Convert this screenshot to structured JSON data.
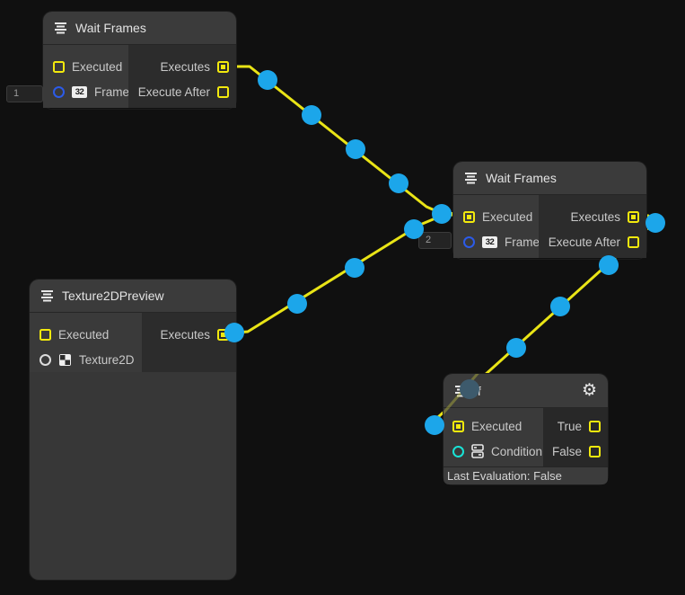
{
  "editor": {
    "background": "#101010",
    "wire_color": "#E9E416",
    "flow_dot_color": "#1CA6EA",
    "control_port_color": "#F2E90D"
  },
  "nodes": {
    "wait1": {
      "title": "Wait Frames",
      "icon": "sequence-icon",
      "inputs": [
        {
          "label": "Executed",
          "type": "control",
          "connected": false
        },
        {
          "label": "Frames",
          "type": "integer",
          "badge": "32",
          "inline_value": "1"
        }
      ],
      "outputs": [
        {
          "label": "Executes",
          "type": "control",
          "connected": true
        },
        {
          "label": "Execute After",
          "type": "control",
          "connected": false
        }
      ]
    },
    "wait2": {
      "title": "Wait Frames",
      "icon": "sequence-icon",
      "inputs": [
        {
          "label": "Executed",
          "type": "control",
          "connected": true
        },
        {
          "label": "Frames",
          "type": "integer",
          "badge": "32",
          "inline_value": "2"
        }
      ],
      "outputs": [
        {
          "label": "Executes",
          "type": "control",
          "connected": true
        },
        {
          "label": "Execute After",
          "type": "control",
          "connected": false
        }
      ]
    },
    "texture": {
      "title": "Texture2DPreview",
      "icon": "sequence-icon",
      "inputs": [
        {
          "label": "Executed",
          "type": "control",
          "connected": false
        },
        {
          "label": "Texture2D",
          "type": "object",
          "badge_icon": "texture-icon"
        }
      ],
      "outputs": [
        {
          "label": "Executes",
          "type": "control",
          "connected": true
        }
      ]
    },
    "if": {
      "title": "If",
      "icon": "sequence-icon",
      "settings_icon": "gear-icon",
      "inputs": [
        {
          "label": "Executed",
          "type": "control",
          "connected": true
        },
        {
          "label": "Condition",
          "type": "boolean",
          "badge_icon": "predicate-icon"
        }
      ],
      "outputs": [
        {
          "label": "True",
          "type": "control",
          "connected": false
        },
        {
          "label": "False",
          "type": "control",
          "connected": false
        }
      ],
      "footer": "Last Evaluation: False"
    }
  },
  "inline_values": {
    "wait1_frames": "1",
    "wait2_frames": "2"
  }
}
